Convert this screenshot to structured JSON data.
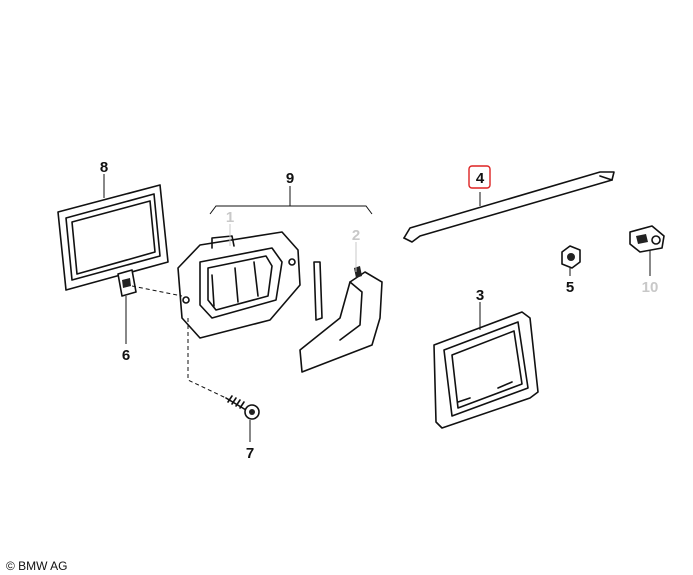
{
  "callouts": [
    {
      "id": "8",
      "label": "8"
    },
    {
      "id": "9",
      "label": "9"
    },
    {
      "id": "1",
      "label": "1"
    },
    {
      "id": "2",
      "label": "2"
    },
    {
      "id": "4",
      "label": "4"
    },
    {
      "id": "3",
      "label": "3"
    },
    {
      "id": "5",
      "label": "5"
    },
    {
      "id": "10",
      "label": "10"
    },
    {
      "id": "6",
      "label": "6"
    },
    {
      "id": "7",
      "label": "7"
    }
  ],
  "highlighted_callout": "4",
  "copyright": "© BMW AG",
  "colors": {
    "highlight": "#d22222",
    "ghost": "#c8c8c8",
    "ink": "#111111"
  }
}
